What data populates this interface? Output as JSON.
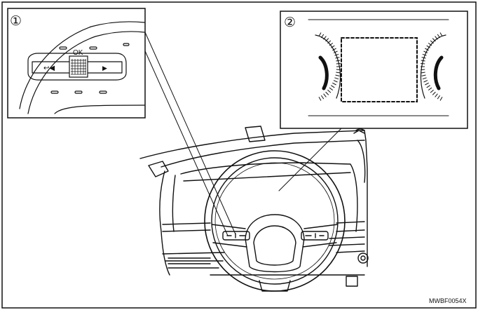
{
  "figure": {
    "callout_1": {
      "number": "①",
      "ok_label": "OK",
      "back_glyph": "↩◀",
      "forward_glyph": "▶"
    },
    "callout_2": {
      "number": "②"
    },
    "figure_code": "MWBF0054X"
  }
}
